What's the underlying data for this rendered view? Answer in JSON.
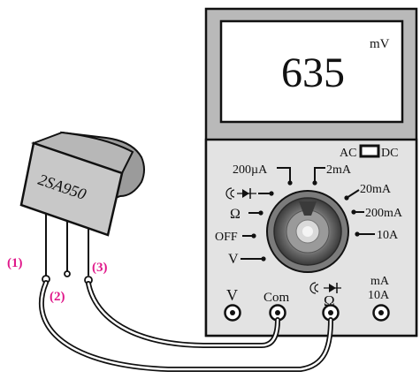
{
  "transistor": {
    "label": "2SA950",
    "pins": [
      "(1)",
      "(2)",
      "(3)"
    ]
  },
  "display": {
    "value": "635",
    "unit": "mV"
  },
  "mode_switch": {
    "left": "AC",
    "right": "DC"
  },
  "dial": {
    "positions": [
      "200µA",
      "2mA",
      "20mA",
      "200mA",
      "10A",
      "OFF",
      "V",
      "Ω"
    ]
  },
  "jacks": {
    "v": "V",
    "com": "Com",
    "ohm": "Ω",
    "ma_top": "mA",
    "ma_bottom": "10A"
  },
  "colors": {
    "pin_label": "#e0188a",
    "meter_body": "#b9b9b9",
    "panel": "#e3e3e3",
    "transistor_body": "#c8c8c8"
  }
}
